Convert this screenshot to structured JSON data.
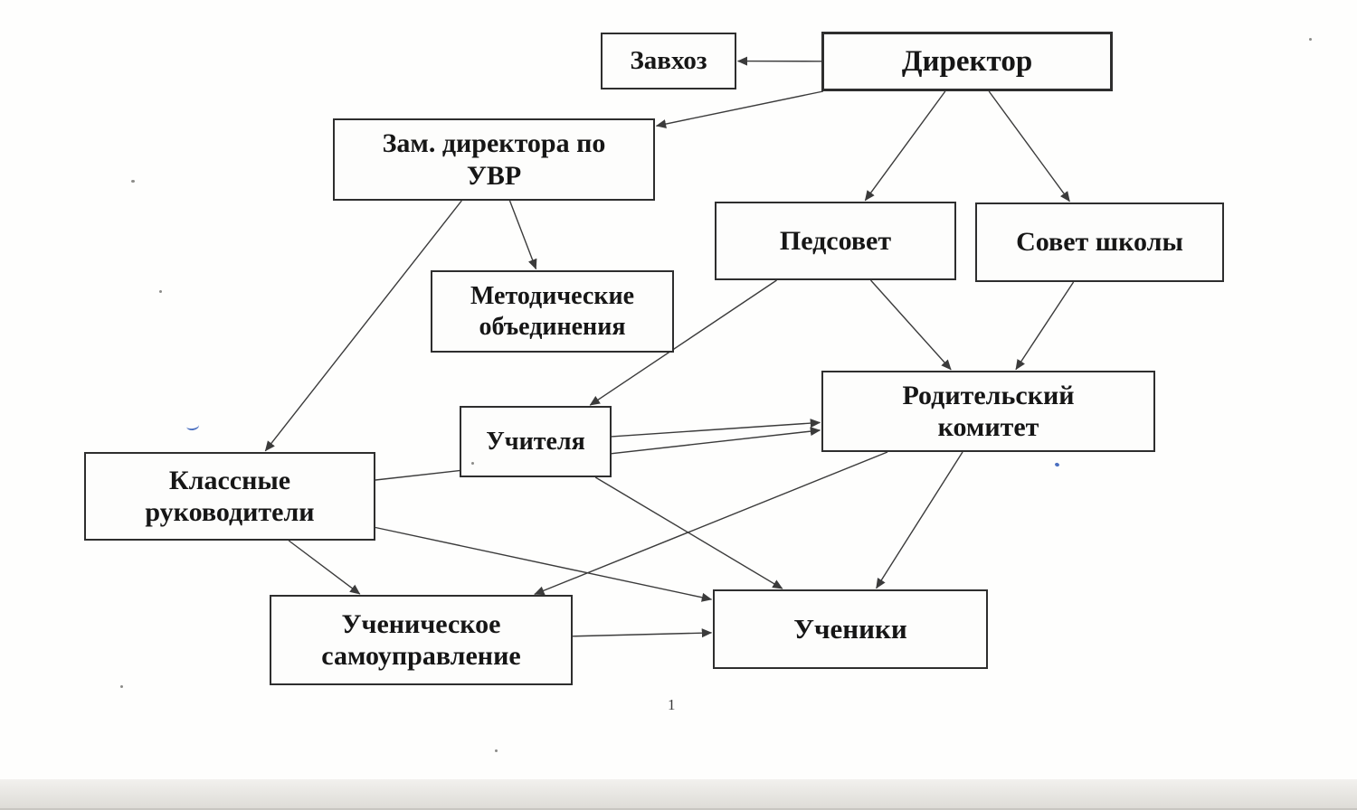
{
  "page": {
    "number": "1"
  },
  "colors": {
    "box_border": "#2e2e2e",
    "text": "#161616",
    "connector": "#3b3b3b",
    "pen_blue": "#4a6fc0",
    "paper": "#fefefd"
  },
  "diagram": {
    "type": "org-chart",
    "language": "ru",
    "nodes": [
      {
        "id": "zavkhoz",
        "label": "Завхоз"
      },
      {
        "id": "director",
        "label": "Директор"
      },
      {
        "id": "zam",
        "label": "Зам. директора по УВР"
      },
      {
        "id": "pedsovet",
        "label": "Педсовет"
      },
      {
        "id": "sovet",
        "label": "Совет школы"
      },
      {
        "id": "metod",
        "label": "Методические объединения"
      },
      {
        "id": "uchitelya",
        "label": "Учителя"
      },
      {
        "id": "rodkom",
        "label": "Родительский комитет"
      },
      {
        "id": "klassruk",
        "label": "Классные руководители"
      },
      {
        "id": "uchensamo",
        "label": "Ученическое самоуправление"
      },
      {
        "id": "ucheniki",
        "label": "Ученики"
      }
    ],
    "edges": [
      {
        "from": "director",
        "to": "zavkhoz"
      },
      {
        "from": "director",
        "to": "zam"
      },
      {
        "from": "director",
        "to": "pedsovet"
      },
      {
        "from": "director",
        "to": "sovet"
      },
      {
        "from": "zam",
        "to": "metod"
      },
      {
        "from": "zam",
        "to": "klassruk"
      },
      {
        "from": "pedsovet",
        "to": "uchitelya"
      },
      {
        "from": "pedsovet",
        "to": "rodkom"
      },
      {
        "from": "sovet",
        "to": "rodkom"
      },
      {
        "from": "uchitelya",
        "to": "rodkom"
      },
      {
        "from": "uchitelya",
        "to": "ucheniki"
      },
      {
        "from": "klassruk",
        "to": "rodkom"
      },
      {
        "from": "klassruk",
        "to": "ucheniki"
      },
      {
        "from": "klassruk",
        "to": "uchensamo"
      },
      {
        "from": "rodkom",
        "to": "ucheniki"
      },
      {
        "from": "rodkom",
        "to": "uchensamo"
      },
      {
        "from": "uchensamo",
        "to": "ucheniki"
      }
    ]
  }
}
